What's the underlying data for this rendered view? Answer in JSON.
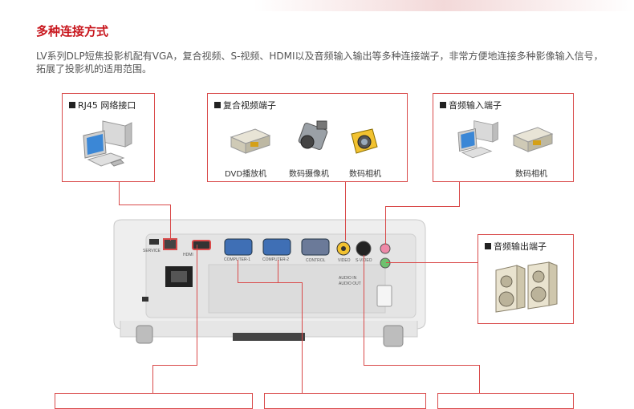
{
  "header": {
    "title": "多种连接方式",
    "description": "LV系列DLP短焦投影机配有VGA，复合视频、S-视频、HDMI以及音频输入输出等多种连接端子，非常方便地连接多种影像输入信号，拓展了投影机的适用范围。"
  },
  "boxes": {
    "rj45": {
      "title": "RJ45 网络接口"
    },
    "composite": {
      "title": "复合视频端子",
      "captions": [
        "DVD播放机",
        "数码摄像机",
        "数码相机"
      ]
    },
    "audio_in": {
      "title": "音频输入端子",
      "caption": "数码相机"
    },
    "audio_out": {
      "title": "音频输出端子"
    }
  },
  "projector_labels": {
    "service": "SERVICE",
    "hdmi": "HDMI",
    "computer1": "COMPUTER-1",
    "computer2": "COMPUTER-2",
    "control": "CONTROL",
    "video": "VIDEO",
    "svideo": "S-VIDEO",
    "audio_in": "AUDIO IN",
    "audio_out": "AUDIO OUT"
  },
  "colors": {
    "accent": "#c8161d",
    "frame": "#d94a4a"
  }
}
